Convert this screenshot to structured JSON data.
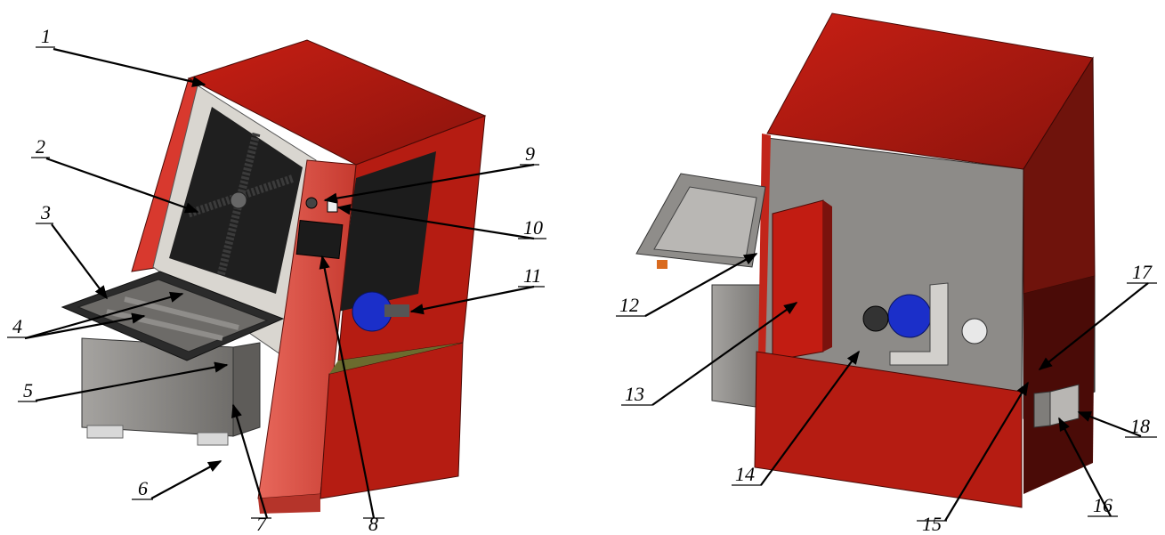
{
  "figure": {
    "left_view_name": "machine-front-left-view",
    "right_view_name": "machine-rear-right-view"
  },
  "colors": {
    "housing_red": "#b81d14",
    "housing_red_light": "#e3584c",
    "housing_red_dark": "#7a120d",
    "interior_gray": "#8a8885",
    "panel_black": "#1e1e1e",
    "motor_blue": "#1b2fc9",
    "base_gray": "#9b9996"
  },
  "callouts": {
    "c1": "1",
    "c2": "2",
    "c3": "3",
    "c4": "4",
    "c5": "5",
    "c6": "6",
    "c7": "7",
    "c8": "8",
    "c9": "9",
    "c10": "10",
    "c11": "11",
    "c12": "12",
    "c13": "13",
    "c14": "14",
    "c15": "15",
    "c16": "16",
    "c17": "17",
    "c18": "18"
  }
}
